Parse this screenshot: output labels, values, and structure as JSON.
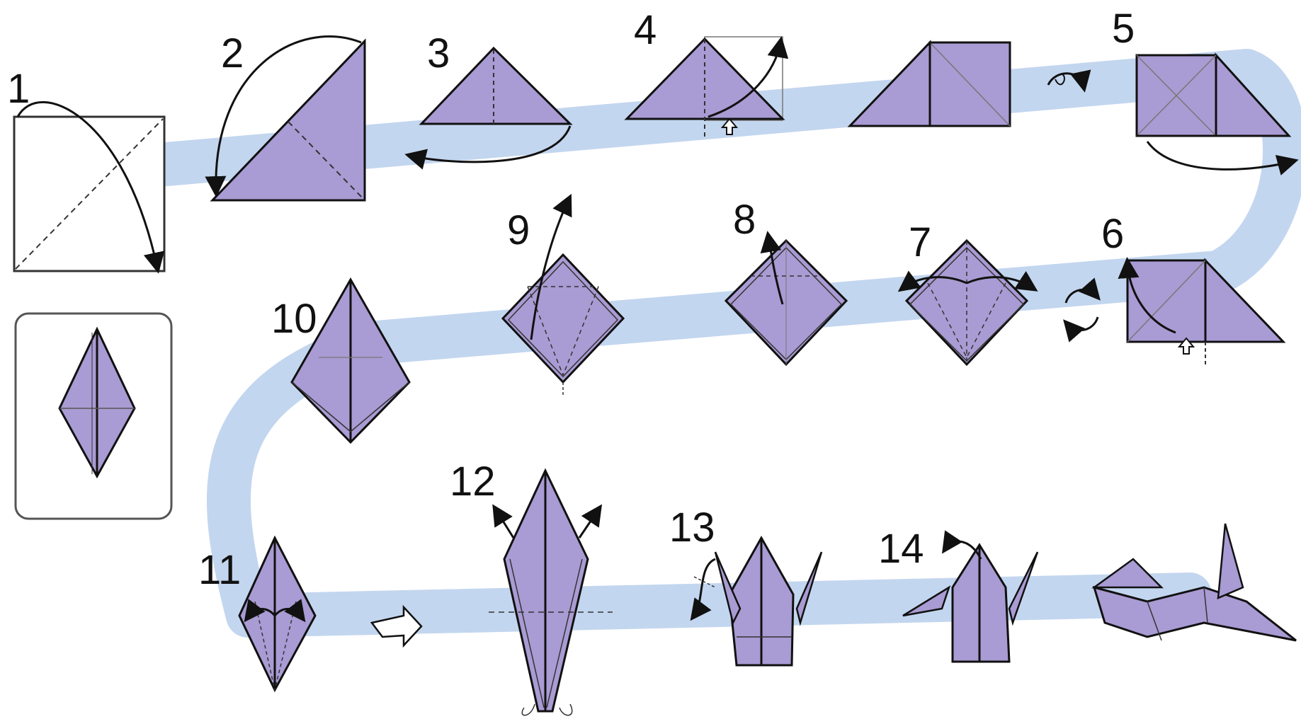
{
  "steps": [
    {
      "id": "step-1",
      "label": "1"
    },
    {
      "id": "step-2",
      "label": "2"
    },
    {
      "id": "step-3",
      "label": "3"
    },
    {
      "id": "step-4",
      "label": "4"
    },
    {
      "id": "step-5",
      "label": "5"
    },
    {
      "id": "step-6",
      "label": "6"
    },
    {
      "id": "step-7",
      "label": "7"
    },
    {
      "id": "step-8",
      "label": "8"
    },
    {
      "id": "step-9",
      "label": "9"
    },
    {
      "id": "step-10",
      "label": "10"
    },
    {
      "id": "step-11",
      "label": "11"
    },
    {
      "id": "step-12",
      "label": "12"
    },
    {
      "id": "step-13",
      "label": "13"
    },
    {
      "id": "step-14",
      "label": "14"
    }
  ],
  "colors": {
    "paper": "#a99bd3",
    "path": "#c3d6ef",
    "line": "#111111"
  },
  "icons": [
    "flip-over-icon",
    "rotate-icon",
    "turn-page-arrow-icon"
  ]
}
